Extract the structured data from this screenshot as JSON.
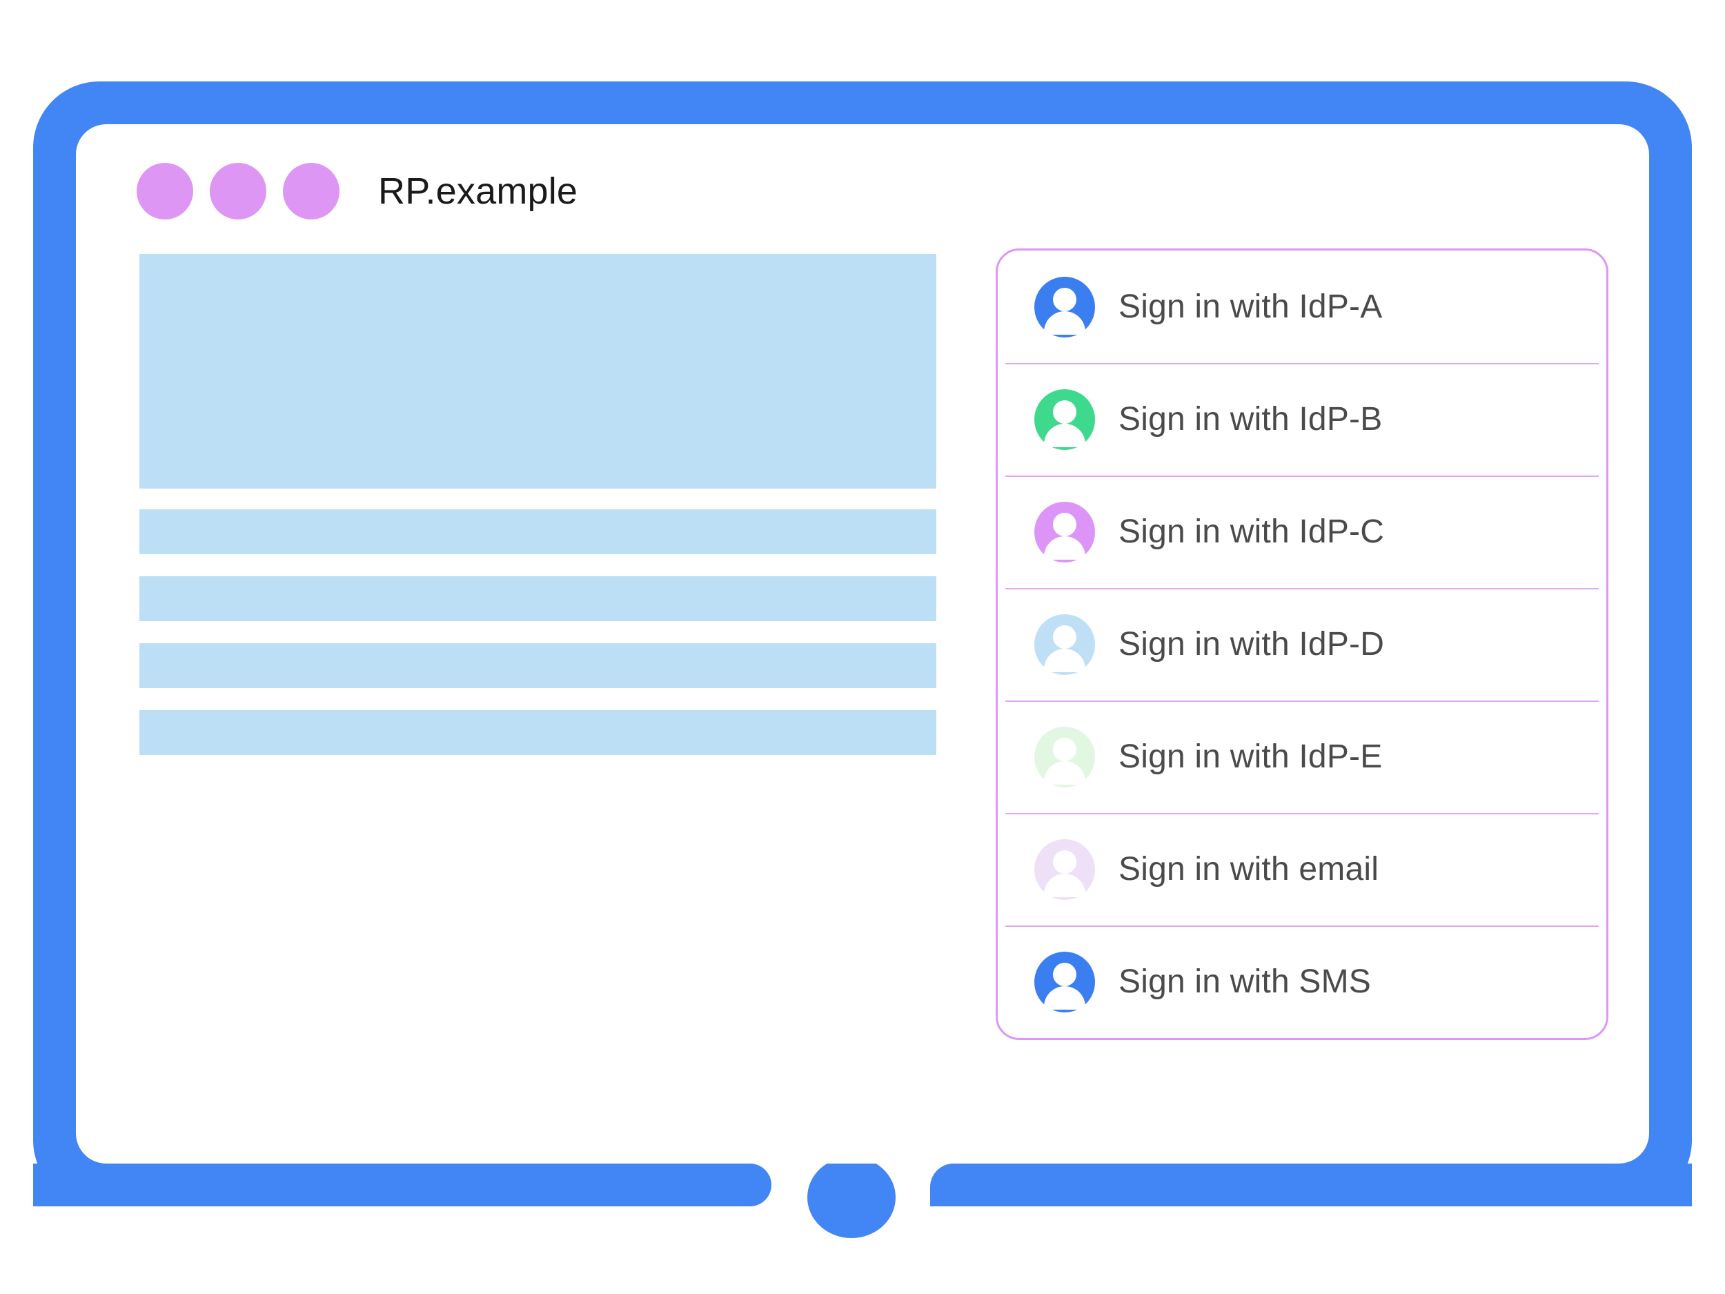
{
  "window": {
    "title": "RP.example",
    "title_dot_count": 3,
    "title_dot_color": "#DE96F5"
  },
  "colors": {
    "frame_blue": "#4285F4",
    "placeholder_blue": "#BDDFF5",
    "panel_border": "#DE96F5",
    "divider": "#DE96F5",
    "label_text": "#4a4a4a",
    "title_text": "#1a1a1a"
  },
  "content_placeholders": [
    {
      "type": "hero-block"
    },
    {
      "type": "text-line"
    },
    {
      "type": "text-line"
    },
    {
      "type": "text-line"
    },
    {
      "type": "text-line"
    }
  ],
  "signin_panel": {
    "options": [
      {
        "label": "Sign in with IdP-A",
        "icon": "account-circle-icon",
        "avatar_color": "#3B7EF0"
      },
      {
        "label": "Sign in with IdP-B",
        "icon": "account-circle-icon",
        "avatar_color": "#3ED98C"
      },
      {
        "label": "Sign in with IdP-C",
        "icon": "account-circle-icon",
        "avatar_color": "#DC95F7"
      },
      {
        "label": "Sign in with IdP-D",
        "icon": "account-circle-icon",
        "avatar_color": "#BEDFF5"
      },
      {
        "label": "Sign in with IdP-E",
        "icon": "account-circle-icon",
        "avatar_color": "#E2F7E2"
      },
      {
        "label": "Sign in with email",
        "icon": "account-circle-icon",
        "avatar_color": "#EEE1F7"
      },
      {
        "label": "Sign in with SMS",
        "icon": "account-circle-icon",
        "avatar_color": "#3B7EF0"
      }
    ]
  },
  "device": {
    "home_button": "home-button"
  }
}
